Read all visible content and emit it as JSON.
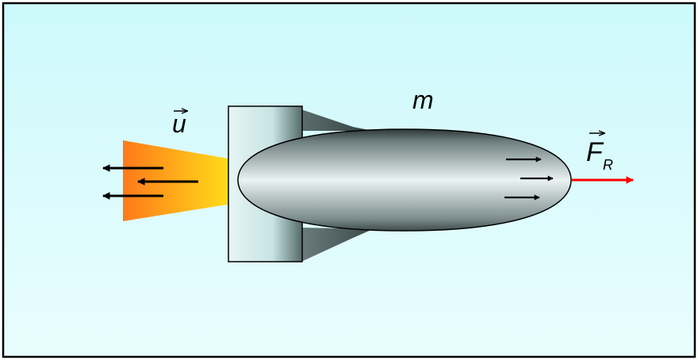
{
  "labels": {
    "exhaust_velocity": "u",
    "mass": "m",
    "force_main": "F",
    "force_subscript": "R"
  },
  "colors": {
    "background_top": "#cdf9fb",
    "background_bottom": "#e9fdfe",
    "border": "#000000",
    "flame_outer": "#ff7a1a",
    "flame_inner": "#ffe81a",
    "body_light": "#eaf3f3",
    "body_dark": "#3f4c4c",
    "fin_light": "#c7e3e3",
    "fin_dark": "#556a6a",
    "force_arrow": "#ff0000"
  },
  "icons": {
    "exhaust_arrows": "arrow-left-icon",
    "internal_arrows": "arrow-right-icon",
    "resultant_force": "arrow-right-icon"
  }
}
